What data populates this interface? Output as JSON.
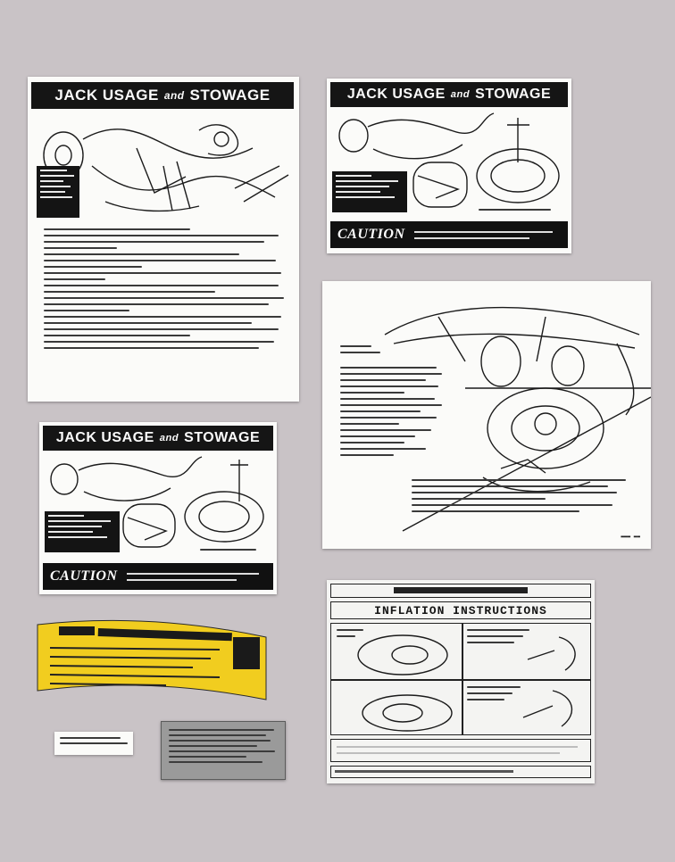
{
  "decals": {
    "jack_large": {
      "title_left": "JACK USAGE",
      "title_and": "and",
      "title_right": "STOWAGE"
    },
    "jack_small_top": {
      "title_left": "JACK USAGE",
      "title_and": "and",
      "title_right": "STOWAGE",
      "caution": "CAUTION"
    },
    "jack_small_bottom": {
      "title_left": "JACK USAGE",
      "title_and": "and",
      "title_right": "STOWAGE",
      "caution": "CAUTION"
    },
    "inflation": {
      "header": "INFLATION INSTRUCTIONS"
    }
  },
  "colors": {
    "background": "#c9c3c6",
    "decal_paper": "#fbfbf9",
    "ink": "#151515",
    "yellow_decal": "#f1cd1f",
    "gray_plate": "#9a9a9a"
  }
}
